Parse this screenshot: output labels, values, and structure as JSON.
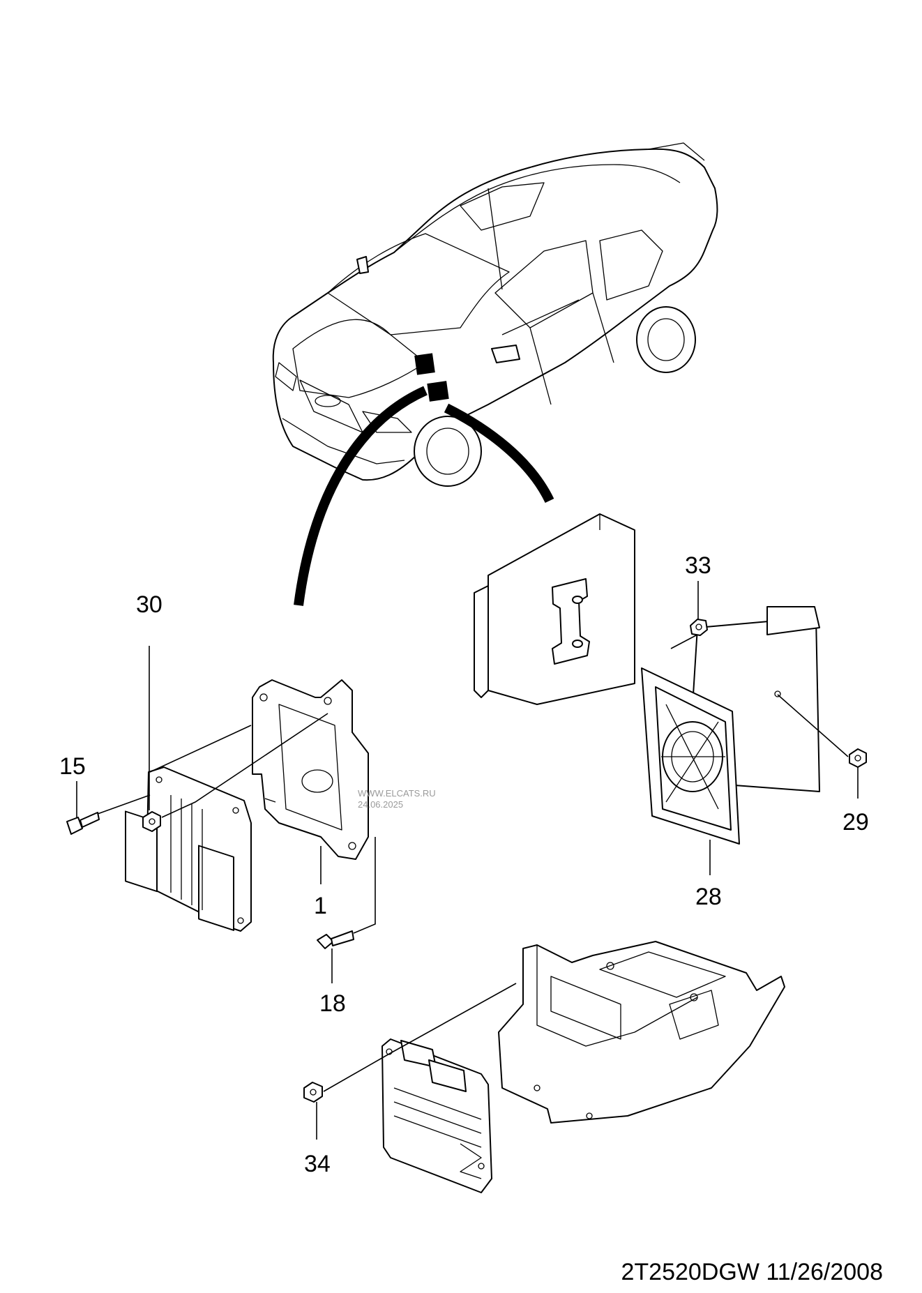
{
  "drawing_code": "2T2520DGW 11/26/2008",
  "watermark": [
    "WWW.ELCATS.RU",
    "24.06.2025"
  ],
  "callouts": {
    "c1": "1",
    "c15": "15",
    "c18": "18",
    "c28": "28",
    "c29": "29",
    "c30": "30",
    "c33": "33",
    "c34": "34"
  }
}
